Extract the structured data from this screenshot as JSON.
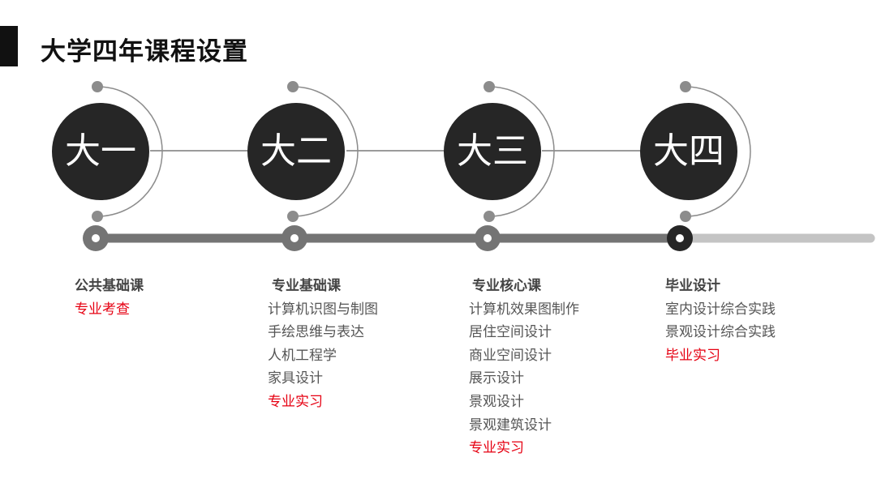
{
  "title": "大学四年课程设置",
  "years": [
    {
      "label": "大一",
      "heading": "公共基础课",
      "courses": [],
      "practice": "专业考查"
    },
    {
      "label": "大二",
      "heading": "专业基础课",
      "courses": [
        "计算机识图与制图",
        "手绘思维与表达",
        "人机工程学",
        "家具设计"
      ],
      "practice": "专业实习"
    },
    {
      "label": "大三",
      "heading": "专业核心课",
      "courses": [
        "计算机效果图制作",
        "居住空间设计",
        "商业空间设计",
        "展示设计",
        "景观设计",
        "景观建筑设计"
      ],
      "practice": "专业实习"
    },
    {
      "label": "大四",
      "heading": "毕业设计",
      "courses": [
        "室内设计综合实践",
        "景观设计综合实践"
      ],
      "practice": "毕业实习"
    }
  ],
  "colors": {
    "circle": "#262626",
    "arc": "#888888",
    "track_dark": "#747474",
    "track_light": "#c4c4c4",
    "highlight": "#e60012"
  }
}
